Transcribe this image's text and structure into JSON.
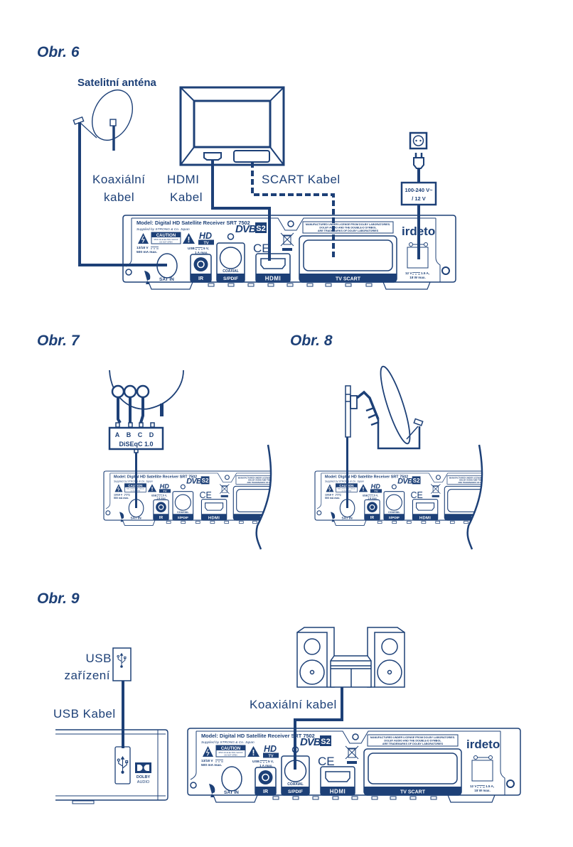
{
  "figures": {
    "obr6": {
      "title": "Obr. 6",
      "antenna_label": "Satelitní anténa",
      "coax_label_1": "Koaxiální",
      "coax_label_2": "kabel",
      "hdmi_label_1": "HDMI",
      "hdmi_label_2": "Kabel",
      "scart_label": "SCART Kabel",
      "adapter_line_1": "100-240 V~",
      "adapter_line_2": "/ 12 V"
    },
    "obr7": {
      "title": "Obr. 7",
      "switch_ports": [
        "A",
        "B",
        "C",
        "D"
      ],
      "switch_label": "DiSEqC 1.0"
    },
    "obr8": {
      "title": "Obr. 8"
    },
    "obr9": {
      "title": "Obr. 9",
      "usb_device_1": "USB",
      "usb_device_2": "zařízení",
      "usb_cable": "USB Kabel",
      "coax_label": "Koaxiální kabel",
      "dolby_1": "DOLBY",
      "dolby_2": "AUDIO"
    }
  },
  "receiver": {
    "model": "Model: Digital HD Satellite Receiver SRT 7502",
    "supplier": "Supplied by STRONG & Co. Japan",
    "caution": "CAUTION",
    "caution_sub_1": "RISK OF ELECTRIC SHOCK",
    "caution_sub_2": "DO NOT OPEN",
    "hd": "HD",
    "tv": "TV",
    "lnb_power_1": "13/18 V",
    "lnb_power_2": "500 mA max.",
    "usb_spec_1": "USB:",
    "usb_spec_1b": "5 V,",
    "usb_spec_2": "1 A max.",
    "dvb": "DVB",
    "s2": "S2",
    "ce": "CE",
    "dolby_notice": [
      "MANUFACTURED UNDER LICENSE FROM DOLBY LABORATORIES.",
      "DOLBY AUDIO AND THE DOUBLE-D SYMBOL",
      "ARE TRADEMARKS OF DOLBY LABORATORIES"
    ],
    "brand": "irdeto",
    "power_spec_1": "12 V",
    "power_spec_1b": "1.5 A,",
    "power_spec_2": "18 W max.",
    "ports": {
      "sat_in": "SAT IN",
      "ir": "IR",
      "coaxial": "COAXIAL",
      "spdif": "S/PDIF",
      "hdmi": "HDMI",
      "scart": "TV SCART"
    }
  },
  "colors": {
    "ink": "#1d4077"
  }
}
